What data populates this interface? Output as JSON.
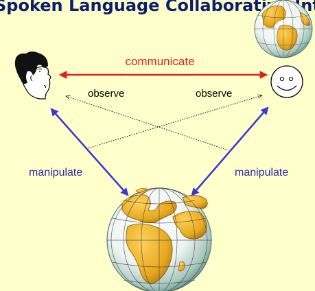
{
  "slide": {
    "title": "Spoken Language Collaborative Interaction"
  },
  "diagram": {
    "edges": {
      "communicate": "communicate",
      "observe_left": "observe",
      "observe_right": "observe",
      "manipulate_left": "manipulate",
      "manipulate_right": "manipulate"
    },
    "nodes": {
      "human": "person-profile-icon",
      "agent": "smiley-face-icon",
      "world": "globe-icon"
    },
    "colors": {
      "background": "#ffffcc",
      "title": "#0a1f6e",
      "communicate_arrow": "#e02020",
      "manipulate_arrow": "#3a3ad0",
      "ocean": "#ffffff",
      "land": "#e7a81f"
    }
  }
}
